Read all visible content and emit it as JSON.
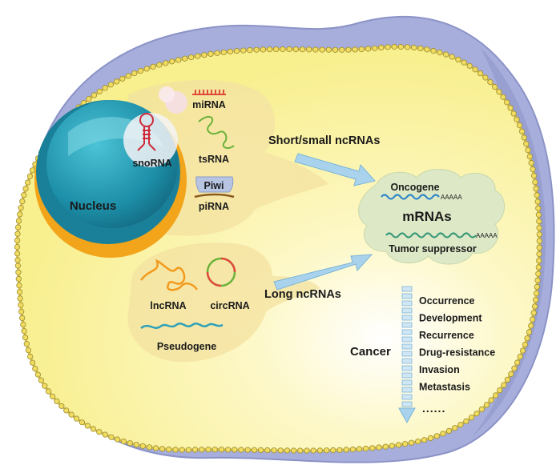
{
  "nucleus_label": "Nucleus",
  "short": {
    "heading": "Short/small ncRNAs",
    "mirna": "miRNA",
    "snorna": "snoRNA",
    "tsrna": "tsRNA",
    "piwi": "Piwi",
    "pirna": "piRNA"
  },
  "long": {
    "heading": "Long ncRNAs",
    "lncrna": "lncRNA",
    "circrna": "circRNA",
    "pseudogene": "Pseudogene"
  },
  "mrna": {
    "oncogene": "Oncogene",
    "polya1": "AAAAA",
    "title": "mRNAs",
    "polya2": "AAAAA",
    "tumor_suppressor": "Tumor suppressor"
  },
  "cancer": {
    "label": "Cancer",
    "outcomes": [
      "Occurrence",
      "Development",
      "Recurrence",
      "Drug-resistance",
      "Invasion",
      "Metastasis"
    ],
    "ellipsis": "......"
  },
  "colors": {
    "outer_membrane": "#a7aedb",
    "cytoplasm": "#fbf4a0",
    "membrane_dots": "#e6d056",
    "nucleus_teal": "#2aa3b8",
    "nucleus_orange": "#f2a51a",
    "arrow": "#a9d3ec",
    "mrna_cloud": "#dde8c6",
    "oncogene_wave": "#2f86c8",
    "suppressor_wave": "#3a9a78",
    "mirna": "#e04a3a",
    "tsrna": "#6bb23a",
    "pirna": "#8a5a20",
    "lncrna": "#f19a1e",
    "pseudogene": "#2ea1b8"
  }
}
